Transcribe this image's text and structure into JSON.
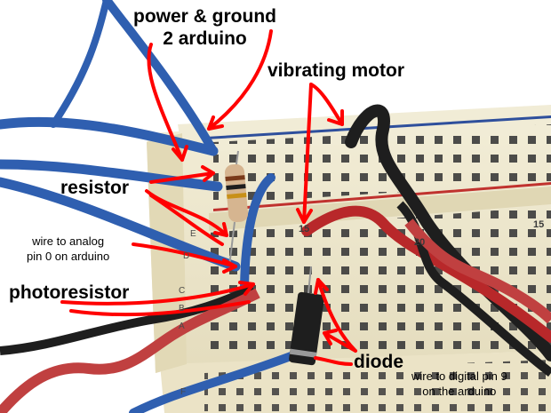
{
  "annotations": {
    "power_ground": {
      "line1": "power & ground",
      "line2": "2 arduino"
    },
    "vibrating_motor": "vibrating motor",
    "resistor": "resistor",
    "analog_wire": {
      "line1": "wire to analog",
      "line2": "pin 0 on arduino"
    },
    "photoresistor": "photoresistor",
    "diode": "diode",
    "digital_wire": {
      "line1": "wire to digital pin 9",
      "line2": "on the arduino"
    }
  },
  "breadboard_labels": {
    "col_15_left": "15",
    "col_20": "20",
    "col_15_right": "15",
    "rows": [
      "E",
      "D",
      "C",
      "B",
      "A",
      "F"
    ]
  },
  "colors": {
    "breadboard": "#efe8cf",
    "hole": "#3a3a3a",
    "blue_wire": "#2f5fb0",
    "red_wire": "#b8282a",
    "annotation_red": "#ff0000",
    "power_rail_red": "#c0322e",
    "power_rail_blue": "#2e4f9c"
  }
}
